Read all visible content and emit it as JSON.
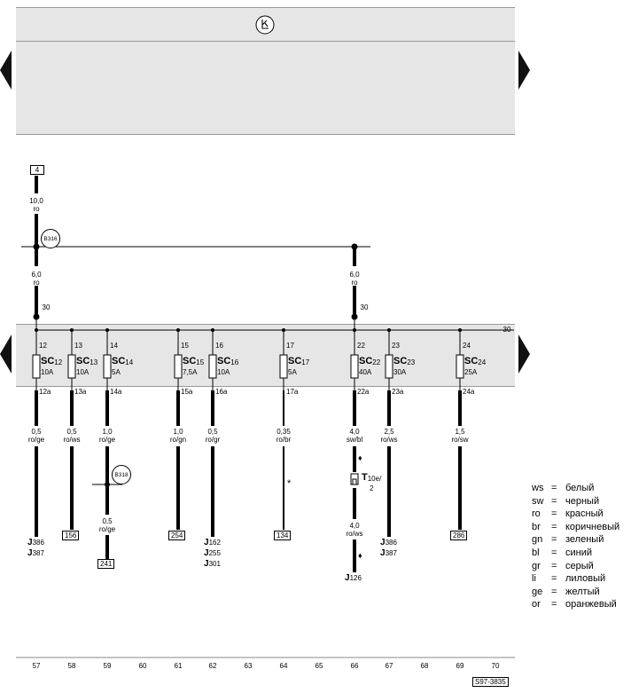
{
  "header": {
    "icon": "ground-symbol-icon"
  },
  "nav": {
    "prev_icon": "triangle-left-icon",
    "next_icon": "triangle-right-icon"
  },
  "top_wire": {
    "box": "4",
    "size": "10,0",
    "color": "ro"
  },
  "connectors": {
    "b316": "B316",
    "b318": "B318"
  },
  "left_feed": {
    "size": "6,0",
    "color": "ro",
    "terminal": "30"
  },
  "right_feed": {
    "size": "6,0",
    "color": "ro",
    "terminal": "30"
  },
  "bus_terminal": "30",
  "fuses": [
    {
      "pin": "12",
      "name": "SC",
      "num": "12",
      "amp": "10A",
      "out": "12a",
      "size": "0,5",
      "color": "ro/ge"
    },
    {
      "pin": "13",
      "name": "SC",
      "num": "13",
      "amp": "10A",
      "out": "13a",
      "size": "0,5",
      "color": "ro/ws"
    },
    {
      "pin": "14",
      "name": "SC",
      "num": "14",
      "amp": "5A",
      "out": "14a",
      "size": "1,0",
      "color": "ro/ge"
    },
    {
      "pin": "15",
      "name": "SC",
      "num": "15",
      "amp": "7,5A",
      "out": "15a",
      "size": "1,0",
      "color": "ro/gn"
    },
    {
      "pin": "16",
      "name": "SC",
      "num": "16",
      "amp": "10A",
      "out": "16a",
      "size": "0,5",
      "color": "ro/gr"
    },
    {
      "pin": "17",
      "name": "SC",
      "num": "17",
      "amp": "5A",
      "out": "17a",
      "size": "0,35",
      "color": "ro/br"
    },
    {
      "pin": "22",
      "name": "SC",
      "num": "22",
      "amp": "40A",
      "out": "22a",
      "size": "4,0",
      "color": "sw/bl"
    },
    {
      "pin": "23",
      "name": "SC",
      "num": "23",
      "amp": "30A",
      "out": "23a",
      "size": "2,5",
      "color": "ro/ws"
    },
    {
      "pin": "24",
      "name": "SC",
      "num": "24",
      "amp": "25A",
      "out": "24a",
      "size": "1,5",
      "color": "ro/sw"
    }
  ],
  "branch14": {
    "size": "0,5",
    "color": "ro/ge",
    "box": "241"
  },
  "w22b": {
    "size": "4,0",
    "color": "ro/ws"
  },
  "connector_t": {
    "name": "T",
    "sub": "10e/",
    "pin": "2"
  },
  "star": "*",
  "diamond": "♦",
  "destinations": {
    "c57": {
      "a": "J",
      "a_sub": "386",
      "b": "J",
      "b_sub": "387"
    },
    "c58": "156",
    "c61": "254",
    "c62": {
      "a": "J",
      "a_sub": "162",
      "b": "J",
      "b_sub": "255",
      "c": "J",
      "c_sub": "301"
    },
    "c64": "134",
    "c66": {
      "a": "J",
      "a_sub": "126"
    },
    "c67": {
      "a": "J",
      "a_sub": "386",
      "b": "J",
      "b_sub": "387"
    },
    "c69": "286"
  },
  "legend": [
    {
      "code": "ws",
      "eq": "=",
      "name": "белый"
    },
    {
      "code": "sw",
      "eq": "=",
      "name": "черный"
    },
    {
      "code": "ro",
      "eq": "=",
      "name": "красный"
    },
    {
      "code": "br",
      "eq": "=",
      "name": "коричневый"
    },
    {
      "code": "gn",
      "eq": "=",
      "name": "зеленый"
    },
    {
      "code": "bl",
      "eq": "=",
      "name": "синий"
    },
    {
      "code": "gr",
      "eq": "=",
      "name": "серый"
    },
    {
      "code": "li",
      "eq": "=",
      "name": "лиловый"
    },
    {
      "code": "ge",
      "eq": "=",
      "name": "желтый"
    },
    {
      "code": "or",
      "eq": "=",
      "name": "оранжевый"
    }
  ],
  "columns": [
    "57",
    "58",
    "59",
    "60",
    "61",
    "62",
    "63",
    "64",
    "65",
    "66",
    "67",
    "68",
    "69",
    "70"
  ],
  "diagram_id": "S97-3835"
}
